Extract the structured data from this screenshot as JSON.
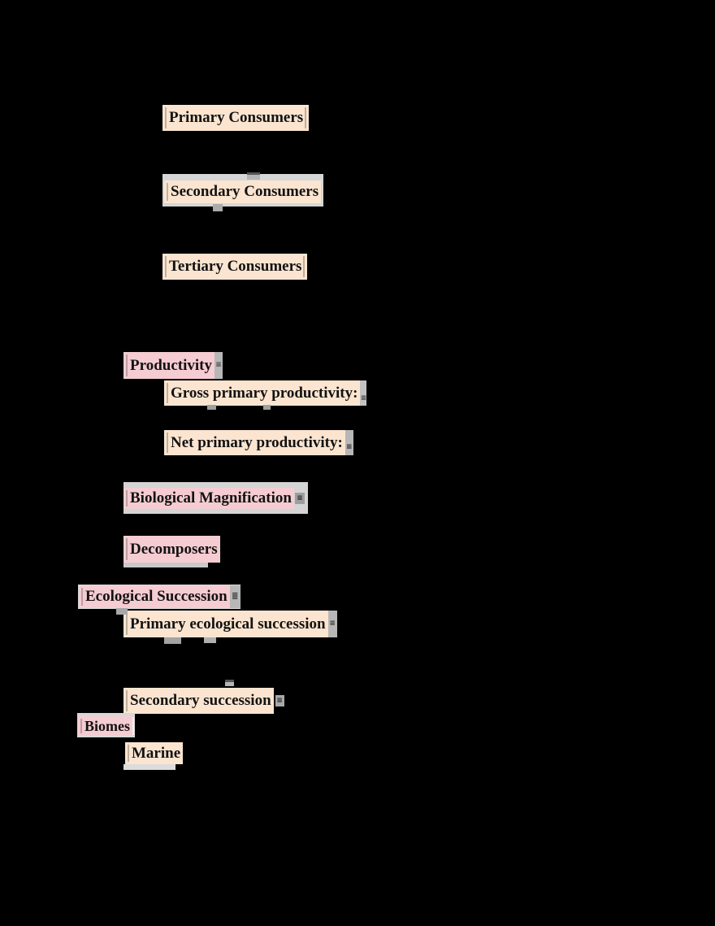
{
  "page": {
    "background": "#000000",
    "description": "Ecology study notes page; only highlighted vocabulary terms are visible on black background"
  },
  "colors": {
    "peach_highlight": "#fbe5d0",
    "pink_highlight": "#f5ccd2",
    "halo_gray": "#d6d6d6",
    "anchor_gray": "#b7b7b7",
    "text": "#121212",
    "background": "#000000"
  },
  "icons": {
    "anchor": "≡",
    "anchor_dense": "≣"
  },
  "terms": [
    {
      "label": "Primary Consumers",
      "highlight": "peach"
    },
    {
      "label": "Secondary Consumers",
      "highlight": "peach"
    },
    {
      "label": "Tertiary Consumers",
      "highlight": "peach"
    },
    {
      "label": "Productivity",
      "highlight": "pink"
    },
    {
      "label": "Gross primary productivity:",
      "highlight": "peach"
    },
    {
      "label": "Net primary productivity:",
      "highlight": "peach"
    },
    {
      "label": "Biological Magnification",
      "highlight": "pink"
    },
    {
      "label": "Decomposers",
      "highlight": "pink"
    },
    {
      "label": "Ecological Succession",
      "highlight": "pink"
    },
    {
      "label": "Primary ecological succession",
      "highlight": "peach"
    },
    {
      "label": "Secondary succession",
      "highlight": "peach"
    },
    {
      "label": "Biomes",
      "highlight": "pink"
    },
    {
      "label": "Marine",
      "highlight": "peach"
    }
  ]
}
